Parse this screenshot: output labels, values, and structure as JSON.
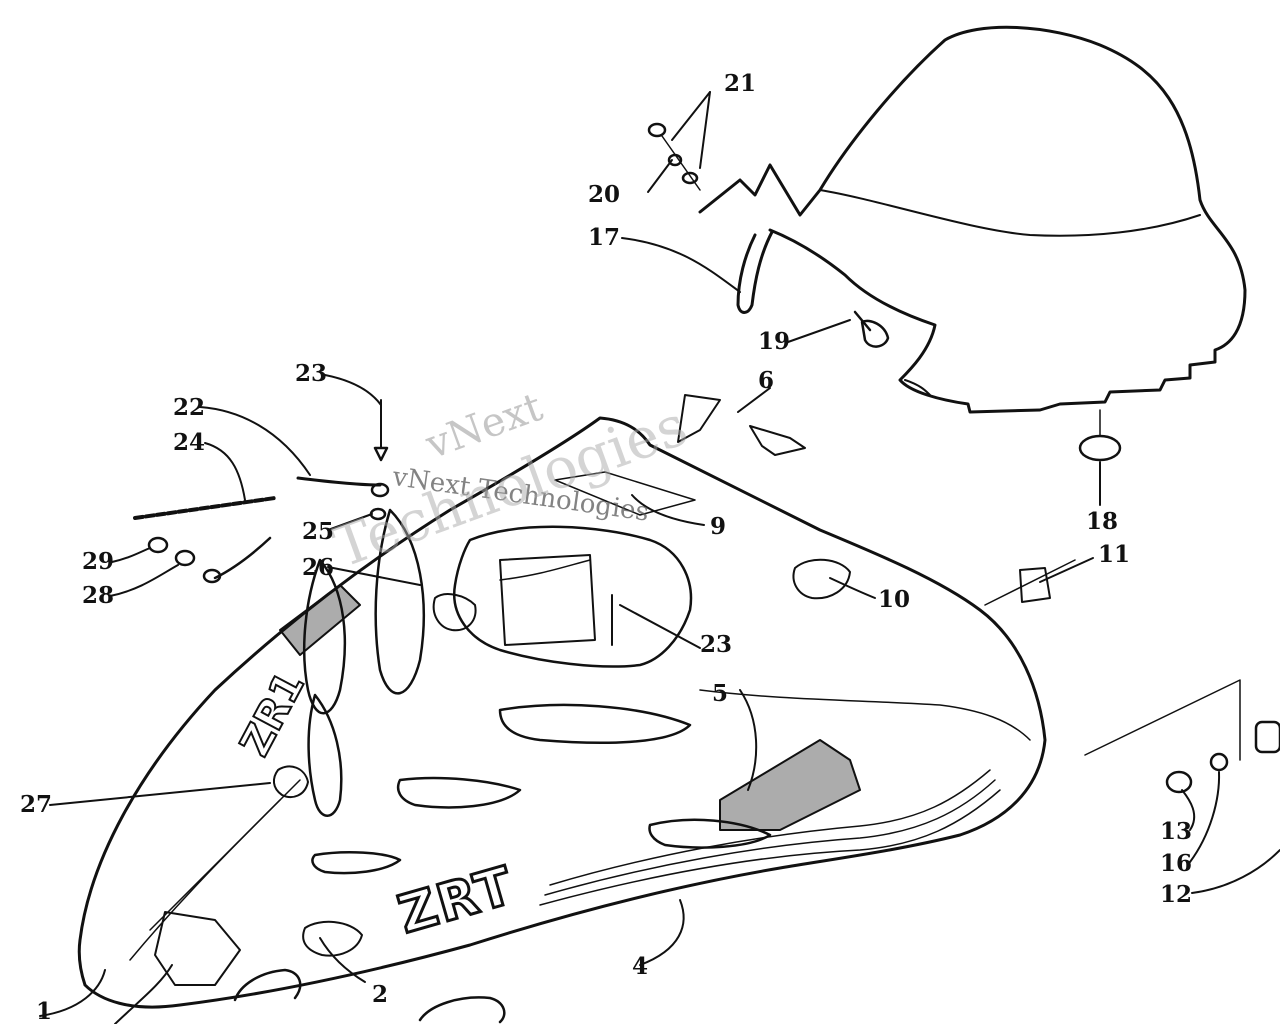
{
  "callouts": {
    "c1": "1",
    "c2": "2",
    "c4": "4",
    "c5": "5",
    "c6": "6",
    "c9": "9",
    "c10": "10",
    "c11": "11",
    "c12": "12",
    "c13": "13",
    "c16": "16",
    "c17": "17",
    "c18": "18",
    "c19": "19",
    "c20": "20",
    "c21": "21",
    "c22": "22",
    "c23a": "23",
    "c23b": "23",
    "c24": "24",
    "c25": "25",
    "c26": "26",
    "c27": "27",
    "c28": "28",
    "c29": "29"
  },
  "decals": {
    "hood_model": "ZRT",
    "side_model": "ZR1"
  },
  "watermark": {
    "line1": "vNext",
    "line2": "vNext Technologies",
    "line3": "Technologies"
  },
  "colors": {
    "ink": "#111111",
    "background": "#ffffff",
    "watermark": "#a0a0a0"
  }
}
